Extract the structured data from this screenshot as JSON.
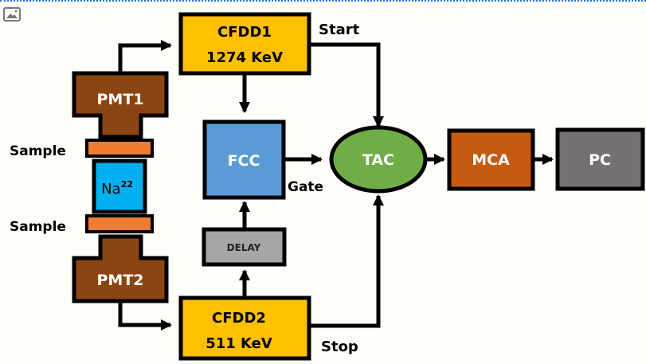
{
  "frame": {
    "icon": "image-placeholder-icon"
  },
  "colors": {
    "pmt": "#8b4513",
    "sample": "#ed7d31",
    "source": "#00b0f0",
    "cfdd": "#ffc000",
    "fcc": "#5b9bd5",
    "delay": "#a6a6a6",
    "tac": "#70ad47",
    "mca": "#c55a11",
    "pc": "#767171",
    "stroke": "#000000"
  },
  "nodes": {
    "pmt1": {
      "label": "PMT1"
    },
    "pmt2": {
      "label": "PMT2"
    },
    "sample_top": {
      "label": "Sample"
    },
    "sample_bottom": {
      "label": "Sample"
    },
    "source": {
      "label": "Na",
      "superscript": "22"
    },
    "cfdd1": {
      "line1": "CFDD1",
      "line2": "1274 KeV"
    },
    "cfdd2": {
      "line1": "CFDD2",
      "line2": "511 KeV"
    },
    "fcc": {
      "label": "FCC"
    },
    "delay": {
      "label": "DELAY"
    },
    "tac": {
      "label": "TAC"
    },
    "mca": {
      "label": "MCA"
    },
    "pc": {
      "label": "PC"
    }
  },
  "edge_labels": {
    "start": "Start",
    "stop": "Stop",
    "gate": "Gate"
  },
  "edges": [
    {
      "from": "pmt1",
      "to": "cfdd1"
    },
    {
      "from": "pmt2",
      "to": "cfdd2"
    },
    {
      "from": "cfdd1",
      "to": "fcc"
    },
    {
      "from": "cfdd1",
      "to": "tac",
      "label": "Start"
    },
    {
      "from": "cfdd2",
      "to": "delay"
    },
    {
      "from": "delay",
      "to": "fcc"
    },
    {
      "from": "cfdd2",
      "to": "tac",
      "label": "Stop"
    },
    {
      "from": "fcc",
      "to": "tac",
      "label": "Gate"
    },
    {
      "from": "tac",
      "to": "mca"
    },
    {
      "from": "mca",
      "to": "pc"
    }
  ]
}
